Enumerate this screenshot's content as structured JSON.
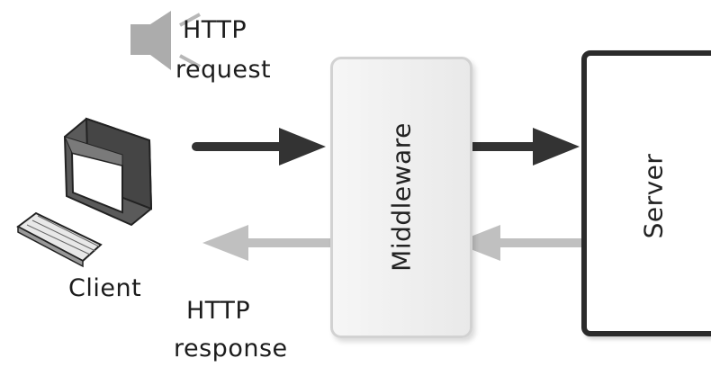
{
  "diagram": {
    "client_label": "Client",
    "middleware_label": "Middleware",
    "server_label": "Server",
    "request_label_line1": "HTTP",
    "request_label_line2": "request",
    "response_label_line1": "HTTP",
    "response_label_line2": "response"
  },
  "icons": {
    "speaker": "speaker-icon",
    "computer": "computer-icon",
    "keyboard": "keyboard-icon"
  },
  "colors": {
    "request_arrow": "#333333",
    "response_arrow": "#c0c0c0",
    "server_border": "#2b2b2b",
    "middleware_border": "#d2d2d2"
  }
}
